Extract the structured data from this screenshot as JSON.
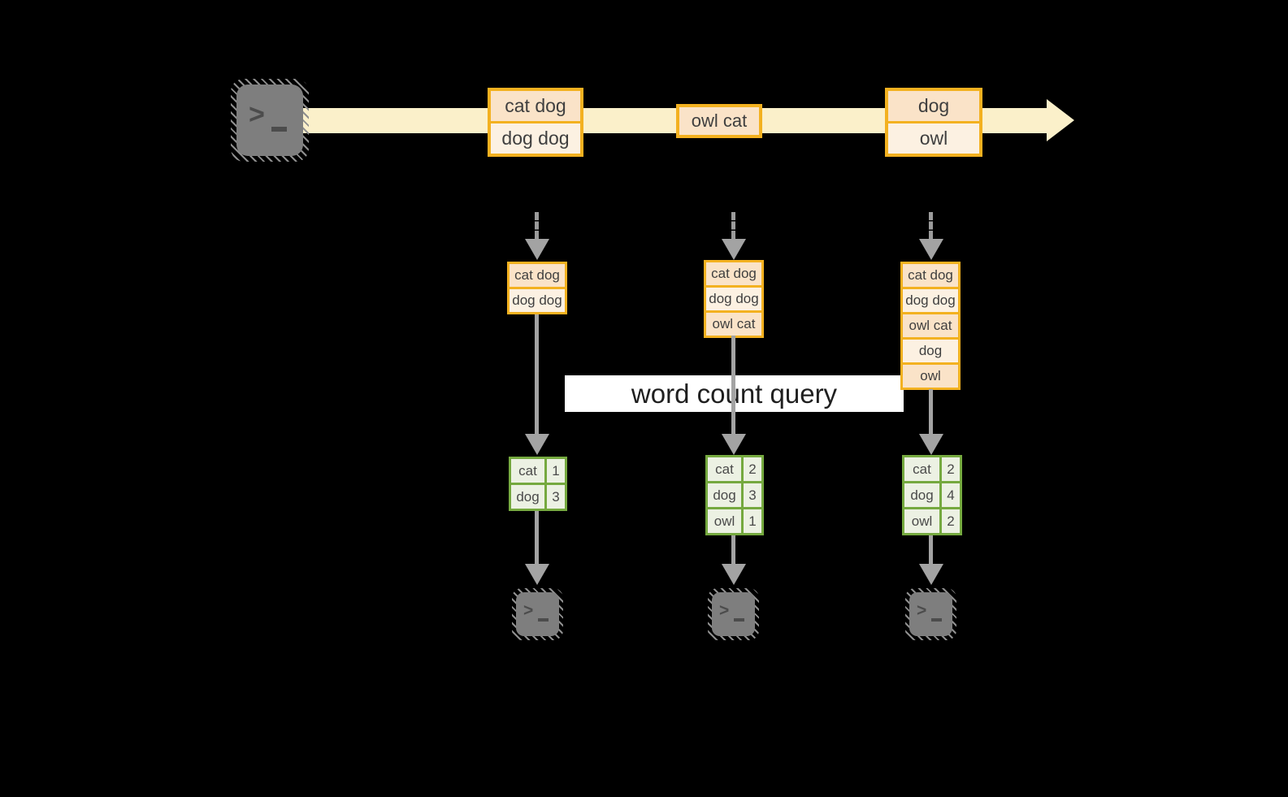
{
  "banner": {
    "label": "word count query"
  },
  "colors": {
    "background": "#000000",
    "stream_band": "#FBF0CA",
    "orange_border": "#F3B120",
    "event_peach": "#FAE3C8",
    "event_cream": "#FCF1E2",
    "green_border": "#75A93F",
    "green_cell": "#ECF1E3",
    "arrow_gray": "#A3A3A3",
    "terminal_gray": "#7E7E7E",
    "text_dark": "#3F3F3F"
  },
  "icons": {
    "source": "terminal-prompt-icon",
    "consumer": "terminal-prompt-icon"
  },
  "stream": {
    "events": [
      {
        "lines": [
          "cat dog",
          "dog dog"
        ]
      },
      {
        "lines": [
          "owl cat"
        ]
      },
      {
        "lines": [
          "dog",
          "owl"
        ]
      }
    ]
  },
  "columns": [
    {
      "buffer": [
        "cat dog",
        "dog dog"
      ],
      "counts": [
        {
          "word": "cat",
          "count": "1"
        },
        {
          "word": "dog",
          "count": "3"
        }
      ]
    },
    {
      "buffer": [
        "cat dog",
        "dog dog",
        "owl cat"
      ],
      "counts": [
        {
          "word": "cat",
          "count": "2"
        },
        {
          "word": "dog",
          "count": "3"
        },
        {
          "word": "owl",
          "count": "1"
        }
      ]
    },
    {
      "buffer": [
        "cat dog",
        "dog dog",
        "owl cat",
        "dog",
        "owl"
      ],
      "counts": [
        {
          "word": "cat",
          "count": "2"
        },
        {
          "word": "dog",
          "count": "4"
        },
        {
          "word": "owl",
          "count": "2"
        }
      ]
    }
  ]
}
